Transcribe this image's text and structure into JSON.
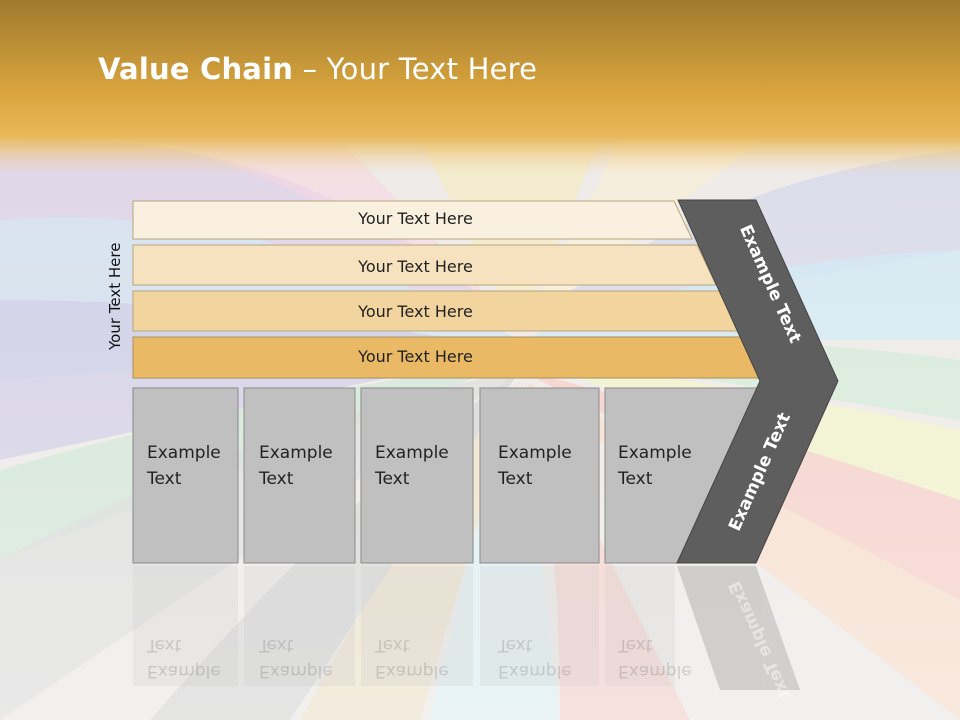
{
  "title": {
    "bold": "Value Chain",
    "rest": " – Your Text Here"
  },
  "side_label": "Your Text Here",
  "bars": [
    {
      "label": "Your Text Here"
    },
    {
      "label": "Your Text Here"
    },
    {
      "label": "Your Text Here"
    },
    {
      "label": "Your Text Here"
    }
  ],
  "boxes": [
    {
      "line1": "Example",
      "line2": "Text"
    },
    {
      "line1": "Example",
      "line2": "Text"
    },
    {
      "line1": "Example",
      "line2": "Text"
    },
    {
      "line1": "Example",
      "line2": "Text"
    },
    {
      "line1": "Example",
      "line2": "Text"
    }
  ],
  "chevron": {
    "upper_label": "Example Text",
    "lower_label": "Example Text"
  },
  "colors": {
    "header": "#d9a23a",
    "bar_fills": [
      "#f9f0df",
      "#f6e2be",
      "#f2d49e",
      "#e9b965"
    ],
    "box_fill": "#c0c0c0",
    "chevron_fill": "#5e5e5e"
  }
}
